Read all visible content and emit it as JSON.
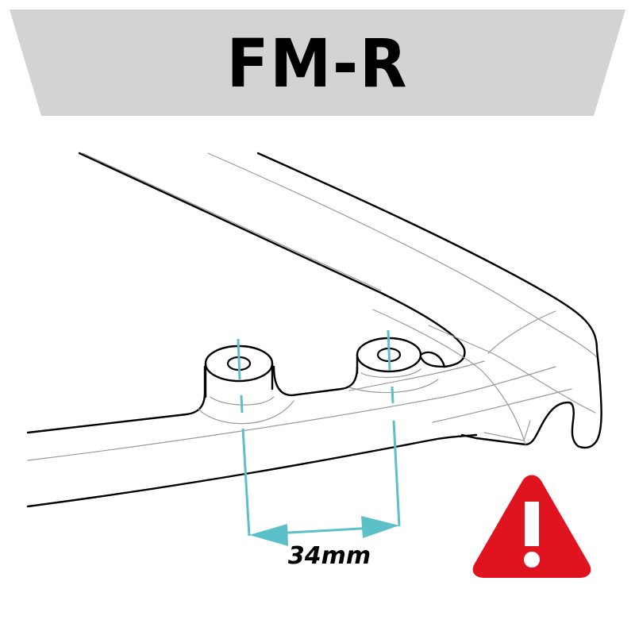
{
  "banner": {
    "title": "FM-R",
    "background_color": "#d3d3d3",
    "text_color": "#000000"
  },
  "diagram": {
    "subject": "front-mount-bracket-underside",
    "bosses": [
      {
        "name": "left-mounting-boss"
      },
      {
        "name": "right-mounting-boss"
      }
    ],
    "dimension": {
      "label": "34mm",
      "color": "#5bc0c8"
    },
    "line_colors": {
      "outline": "#000000",
      "contour": "#9a9a9a"
    }
  },
  "warning": {
    "icon": "warning-triangle-icon",
    "color": "#e0141e",
    "glyph": "!"
  }
}
